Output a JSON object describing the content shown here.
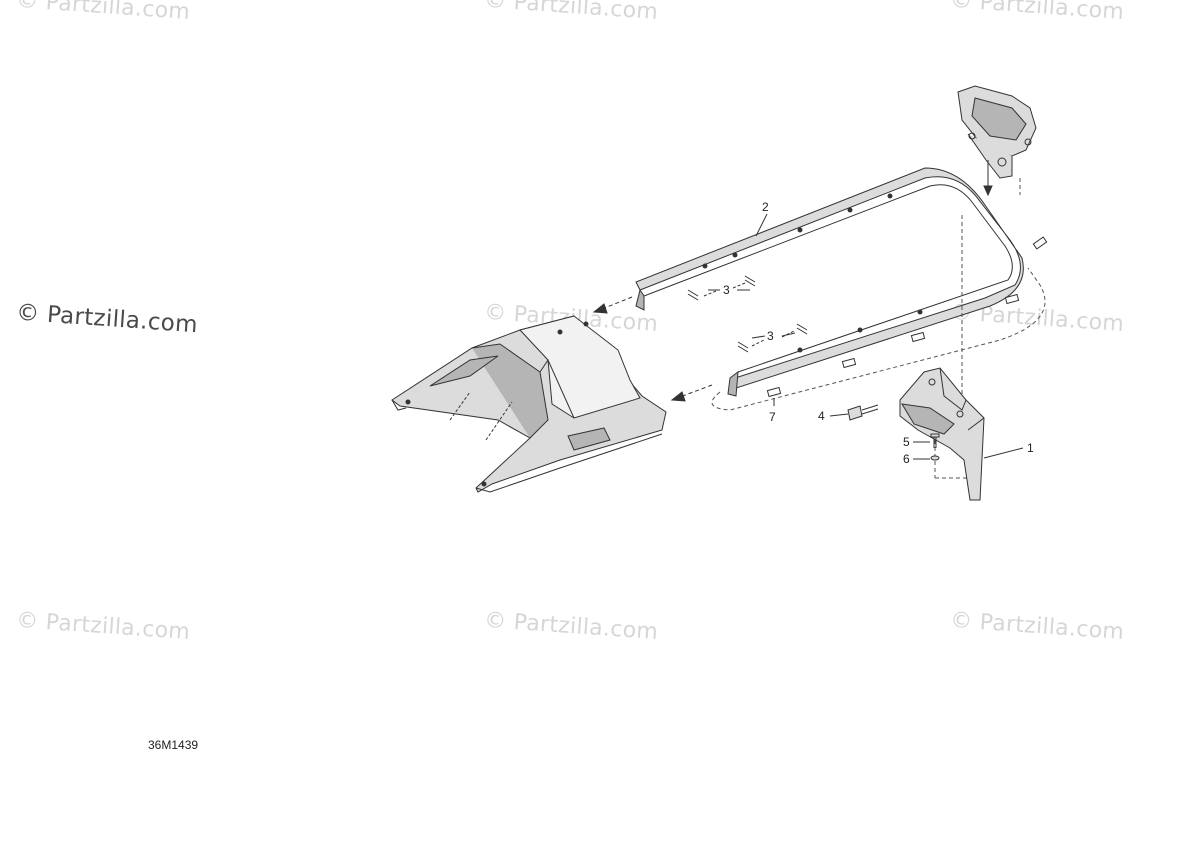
{
  "watermark": {
    "text": "© Partzilla.com",
    "main_text": "© Partzilla.com"
  },
  "callouts": {
    "c1": "1",
    "c2": "2",
    "c3a": "3",
    "c3b": "3",
    "c4": "4",
    "c5": "5",
    "c6": "6",
    "c7": "7"
  },
  "diagram_code": "36M1439",
  "colors": {
    "line": "#333333",
    "part_fill": "#dcdcdc",
    "shade": "#b5b5b5",
    "watermark": "#d6d6d6"
  }
}
